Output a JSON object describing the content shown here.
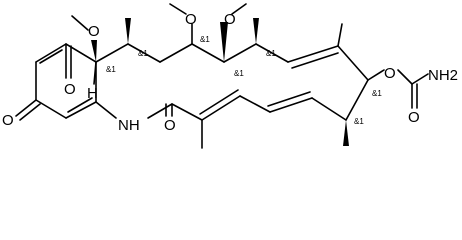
{
  "molecule": {
    "atom_labels": {
      "o_carbonyl_ring": "O",
      "o_quinone_left": "O",
      "o_methoxy_left": "O",
      "h_stereo": "H",
      "o_methoxy_mid1": "O",
      "o_methoxy_mid2": "O",
      "o_carbamate": "O",
      "nh2": "NH2",
      "o_carbamate_carbonyl": "O",
      "nh_amide": "NH",
      "o_amide": "O"
    },
    "stereo_labels": {
      "s1": "&1",
      "s2": "&1",
      "s3": "&1",
      "s4": "&1",
      "s5": "&1",
      "s6": "&1",
      "s7": "&1"
    }
  }
}
